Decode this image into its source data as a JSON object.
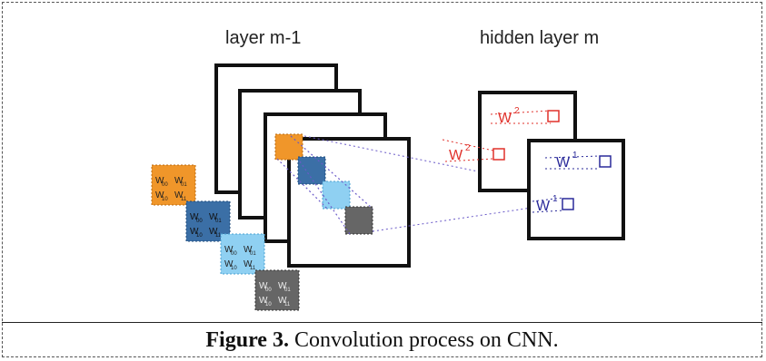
{
  "diagram": {
    "layer_prev_label": "layer m-1",
    "hidden_layer_label": "hidden layer m",
    "weight_labels": {
      "w2_top": "W",
      "w2_top_sup": "2",
      "w2_left": "W",
      "w2_left_sup": "2",
      "w1_top": "W",
      "w1_top_sup": "1",
      "w1_bottom": "W",
      "w1_bottom_sup": "1"
    },
    "kernel_cells": {
      "w": "W",
      "sub_00": "00",
      "sub_01": "01",
      "sub_10": "10",
      "sub_11": "11"
    },
    "colors": {
      "orange": "#f0962a",
      "dark_blue": "#3b6fa6",
      "light_blue": "#8fd0f2",
      "gray": "#666666",
      "red": "#e0302a",
      "navy": "#2a2a9a",
      "purple": "#6a5ac8"
    }
  },
  "caption": {
    "figure_label": "Figure 3.",
    "text": " Convolution process on CNN."
  }
}
